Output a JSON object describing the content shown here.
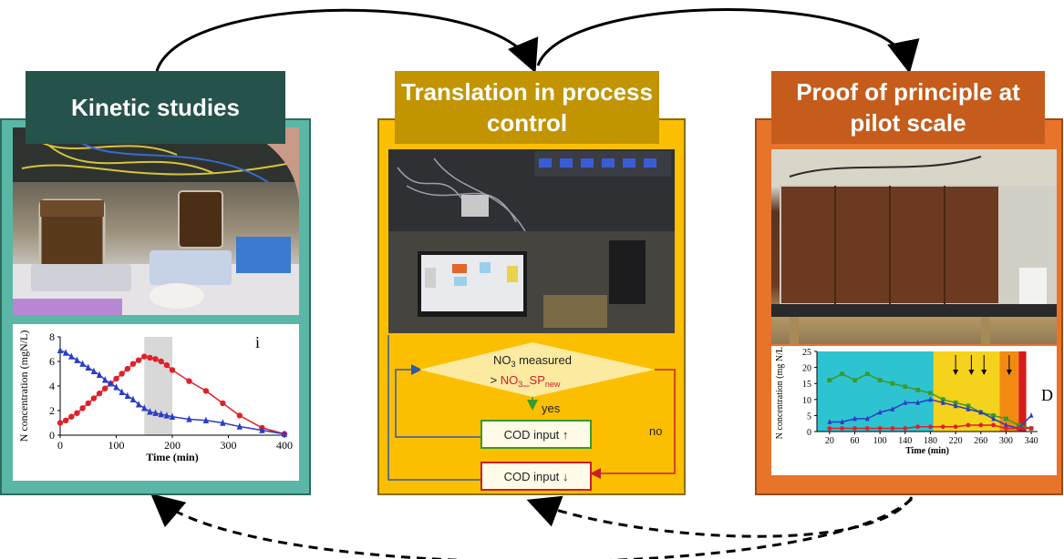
{
  "titles": {
    "left": "Kinetic studies",
    "mid": "Translation in process control",
    "right": "Proof of principle at pilot scale"
  },
  "flow": {
    "decision_line1": "NO",
    "decision_line1_sub": "3",
    "decision_line1_rest": " measured",
    "decision_line2_prefix": "> ",
    "decision_line2_red": "NO",
    "decision_line2_red_sub": "3",
    "decision_line2_red_rest": "_SP",
    "decision_line2_red_sub2": "new",
    "yes": "yes",
    "no": "no",
    "box_up": "COD input ↑",
    "box_down": "COD input ↓"
  },
  "colors": {
    "teal_panel": "#5ab7a6",
    "teal_title": "#25524a",
    "gold_panel": "#fbbf00",
    "gold_title": "#c29400",
    "orange_panel": "#e8732a",
    "orange_title": "#c55c1c",
    "red_series": "#e0202a",
    "blue_series": "#2a3cc8",
    "green_series": "#3a9a2a"
  },
  "chart_data": [
    {
      "type": "line",
      "panel_label": "i",
      "xlabel": "Time (min)",
      "ylabel": "N concentration (mgN/L)",
      "xlim": [
        0,
        400
      ],
      "ylim": [
        0,
        8
      ],
      "xticks": [
        "0",
        "100",
        "200",
        "300",
        "400"
      ],
      "yticks": [
        "0",
        "2",
        "4",
        "6",
        "8"
      ],
      "shaded_region": [
        150,
        200
      ],
      "series": [
        {
          "color": "#e0202a",
          "marker": "circle",
          "x": [
            0,
            10,
            20,
            30,
            40,
            50,
            60,
            70,
            80,
            90,
            100,
            110,
            120,
            130,
            140,
            150,
            160,
            170,
            180,
            190,
            200,
            230,
            260,
            290,
            320,
            360,
            400
          ],
          "y": [
            1.0,
            1.2,
            1.5,
            1.8,
            2.2,
            2.6,
            3.0,
            3.4,
            3.8,
            4.2,
            4.6,
            5.0,
            5.4,
            5.8,
            6.1,
            6.4,
            6.3,
            6.2,
            6.0,
            5.7,
            5.3,
            4.4,
            3.6,
            2.6,
            1.6,
            0.6,
            0.1
          ]
        },
        {
          "color": "#2a3cc8",
          "marker": "triangle",
          "x": [
            0,
            10,
            20,
            30,
            40,
            50,
            60,
            70,
            80,
            90,
            100,
            110,
            120,
            130,
            140,
            150,
            160,
            170,
            180,
            190,
            200,
            230,
            260,
            290,
            320,
            360,
            400
          ],
          "y": [
            6.9,
            6.7,
            6.4,
            6.1,
            5.8,
            5.5,
            5.2,
            4.9,
            4.5,
            4.2,
            3.9,
            3.5,
            3.2,
            2.9,
            2.5,
            2.2,
            1.9,
            1.8,
            1.7,
            1.6,
            1.5,
            1.3,
            1.2,
            1.0,
            0.7,
            0.4,
            0.1
          ]
        }
      ]
    },
    {
      "type": "line",
      "panel_label": "D",
      "xlabel": "Time (min)",
      "ylabel": "N concentration (mg N/L)",
      "xlim": [
        0,
        350
      ],
      "ylim": [
        0,
        25
      ],
      "xticks": [
        "20",
        "60",
        "100",
        "140",
        "180",
        "220",
        "260",
        "300",
        "340"
      ],
      "yticks": [
        "0",
        "5",
        "10",
        "15",
        "20",
        "25"
      ],
      "background_bands": [
        {
          "from": 0,
          "to": 185,
          "color": "#2ec3d0"
        },
        {
          "from": 185,
          "to": 290,
          "color": "#f5d21c"
        },
        {
          "from": 290,
          "to": 320,
          "color": "#f28a12"
        },
        {
          "from": 320,
          "to": 332,
          "color": "#d61b1b"
        }
      ],
      "arrows_at": [
        220,
        245,
        265,
        305
      ],
      "series": [
        {
          "color": "#3a9a2a",
          "marker": "square",
          "x": [
            20,
            40,
            60,
            80,
            100,
            120,
            140,
            160,
            180,
            200,
            220,
            240,
            260,
            280,
            300,
            320,
            340
          ],
          "y": [
            16,
            18,
            16,
            18,
            16,
            15,
            14,
            13,
            12,
            10,
            9,
            8,
            6,
            5,
            4,
            2,
            1
          ]
        },
        {
          "color": "#2a3cc8",
          "marker": "triangle",
          "x": [
            20,
            40,
            60,
            80,
            100,
            120,
            140,
            160,
            180,
            200,
            220,
            240,
            260,
            280,
            300,
            320,
            340
          ],
          "y": [
            3,
            3,
            4,
            4,
            6,
            7,
            9,
            9,
            10,
            9,
            8,
            7,
            6,
            4,
            2,
            1,
            5
          ]
        },
        {
          "color": "#e0202a",
          "marker": "circle",
          "x": [
            20,
            40,
            60,
            80,
            100,
            120,
            140,
            160,
            180,
            200,
            220,
            240,
            260,
            280,
            300,
            320,
            340
          ],
          "y": [
            1,
            1,
            1,
            1,
            1,
            1,
            1,
            1.5,
            1.5,
            1.5,
            1.5,
            2,
            2,
            2,
            1,
            1,
            1
          ]
        }
      ]
    }
  ]
}
